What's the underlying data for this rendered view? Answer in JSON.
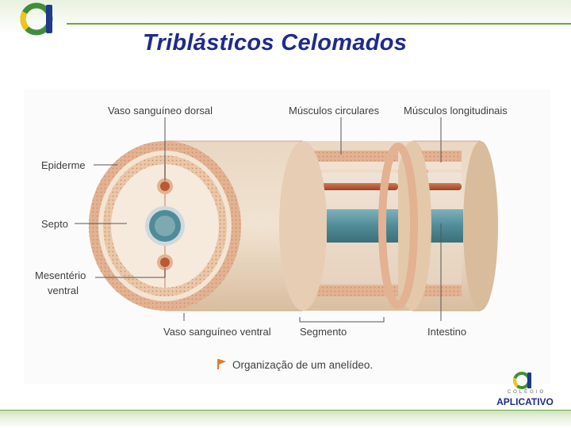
{
  "slide": {
    "title": "Triblásticos Celomados",
    "caption": "Organização de um anelídeo."
  },
  "labels": {
    "vaso_dorsal": "Vaso sanguíneo dorsal",
    "musculos_circulares": "Músculos circulares",
    "musculos_longitudinais": "Músculos longitudinais",
    "epiderme": "Epiderme",
    "septo": "Septo",
    "mesenterio_line1": "Mesentério",
    "mesenterio_line2": "ventral",
    "vaso_ventral": "Vaso sanguíneo ventral",
    "segmento": "Segmento",
    "intestino": "Intestino"
  },
  "branding": {
    "college": "COLÉGIO",
    "name": "APLICATIVO"
  },
  "colors": {
    "title": "#1e2a8c",
    "accent_green": "#6aa83c",
    "tissue_outer": "#e8cbb0",
    "tissue_band": "#e2b292",
    "vessel": "#b95a34",
    "intestine": "#4f8c98",
    "caption_flag": "#e07a2f"
  }
}
